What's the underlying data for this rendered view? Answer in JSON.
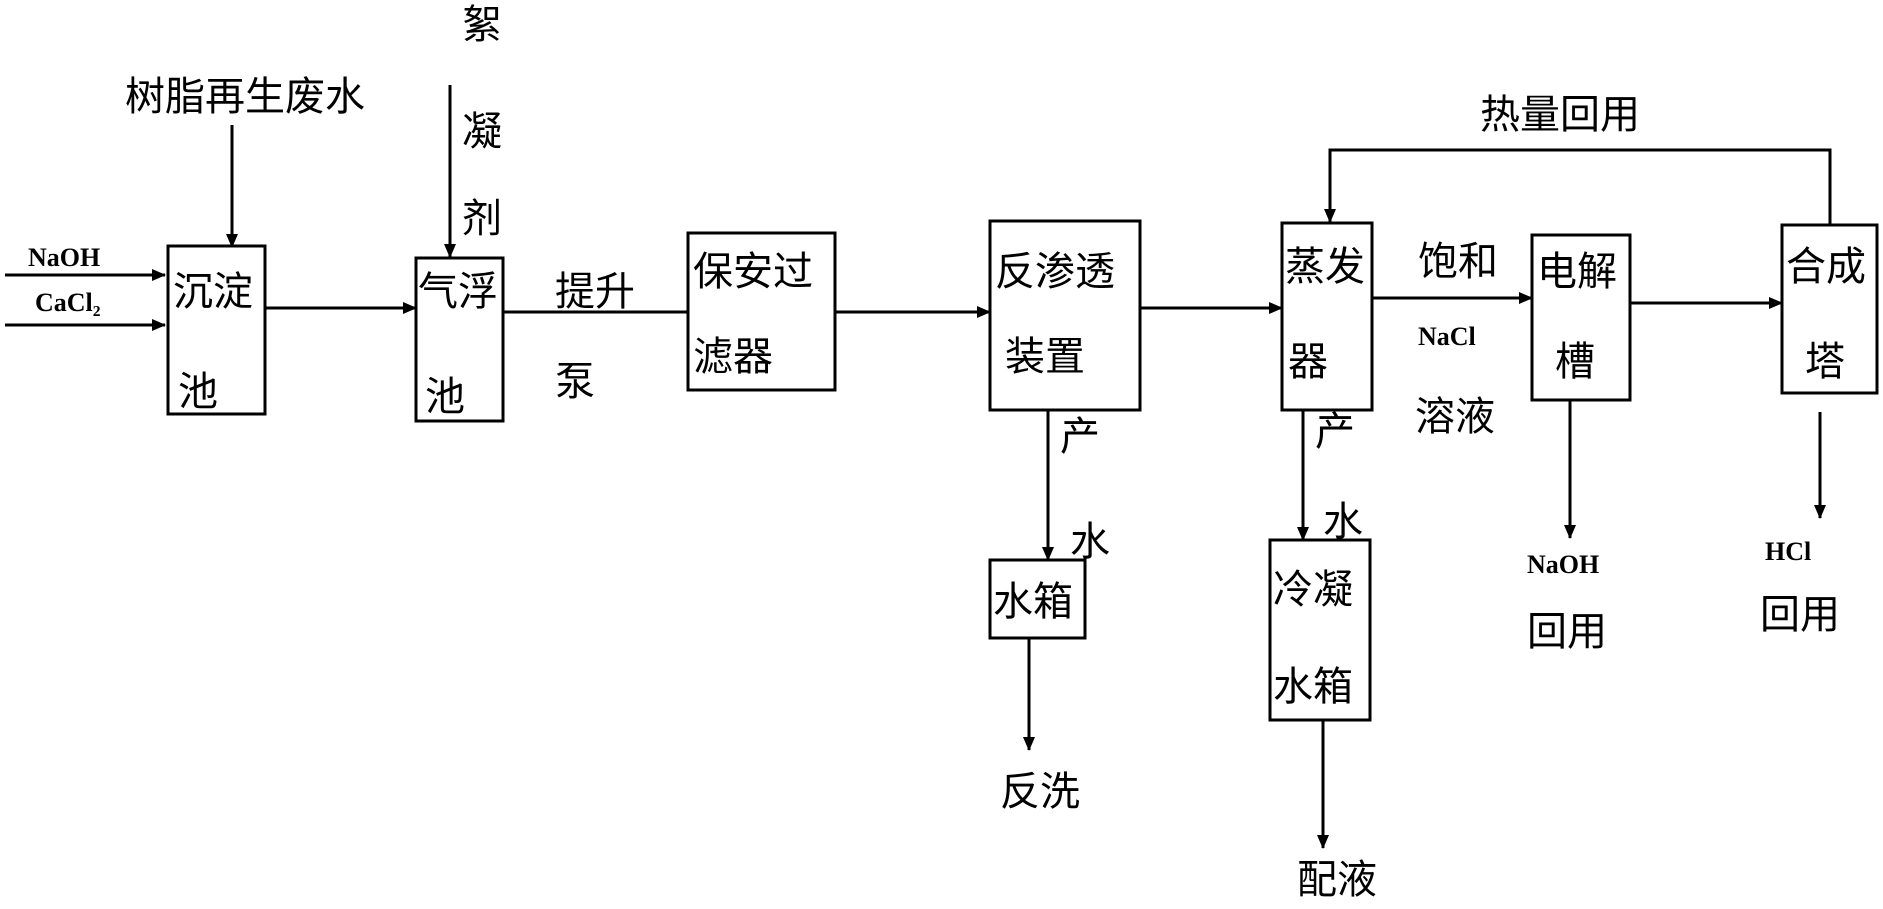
{
  "diagram": {
    "inputs": {
      "resin_wastewater": "树脂再生废水",
      "flocculant": [
        "絮",
        "凝",
        "剂"
      ],
      "naoh": "NaOH",
      "cacl2": "CaCl₂"
    },
    "nodes": {
      "sedimentation_tank": [
        "沉淀",
        "池"
      ],
      "air_flotation_tank": [
        "气浮",
        "池"
      ],
      "security_filter": [
        "保安过",
        "滤器"
      ],
      "reverse_osmosis": [
        "反渗透",
        "装置"
      ],
      "evaporator": [
        "蒸发",
        "器"
      ],
      "electrolysis_cell": [
        "电解",
        "槽"
      ],
      "synthesis_tower": [
        "合成",
        "塔"
      ],
      "water_tank": "水箱",
      "condensate_tank": [
        "冷凝",
        "水箱"
      ]
    },
    "edge_labels": {
      "lift_pump": [
        "提升",
        "泵"
      ],
      "heat_recycle": "热量回用",
      "saturated": "饱和",
      "nacl": "NaCl",
      "solution": "溶液",
      "product_water_ro": [
        "产",
        "水"
      ],
      "product_water_evap": [
        "产",
        "水"
      ]
    },
    "outputs": {
      "backwash": "反洗",
      "mixing_liquid": "配液",
      "naoh_formula": "NaOH",
      "naoh_reuse": "回用",
      "hcl_formula": "HCl",
      "hcl_reuse": "回用"
    }
  }
}
